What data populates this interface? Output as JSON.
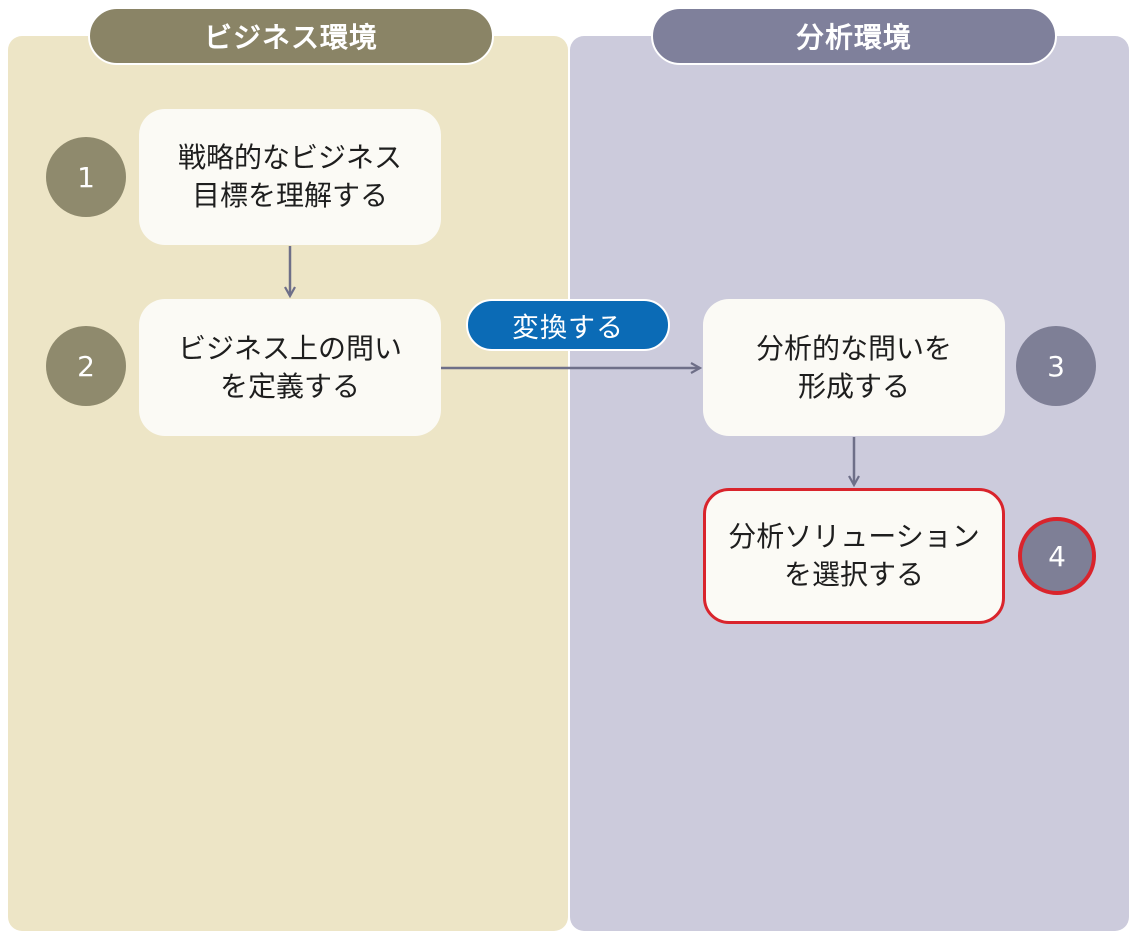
{
  "lanes": {
    "business": {
      "label": "ビジネス環境"
    },
    "analysis": {
      "label": "分析環境"
    }
  },
  "steps": [
    {
      "number": "1",
      "lines": [
        "戦略的なビジネス",
        "目標を理解する"
      ]
    },
    {
      "number": "2",
      "lines": [
        "ビジネス上の問い",
        "を定義する"
      ]
    },
    {
      "number": "3",
      "lines": [
        "分析的な問いを",
        "形成する"
      ]
    },
    {
      "number": "4",
      "lines": [
        "分析ソリューション",
        "を選択する"
      ]
    }
  ],
  "transform_label": "変換する",
  "colors": {
    "business_panel": "#ede5c6",
    "business_accent": "#8a8466",
    "analysis_panel": "#cccbdc",
    "analysis_accent": "#7f809b",
    "transform": "#0b6bb6",
    "highlight": "#d9242c",
    "arrow": "#6e6f88"
  }
}
